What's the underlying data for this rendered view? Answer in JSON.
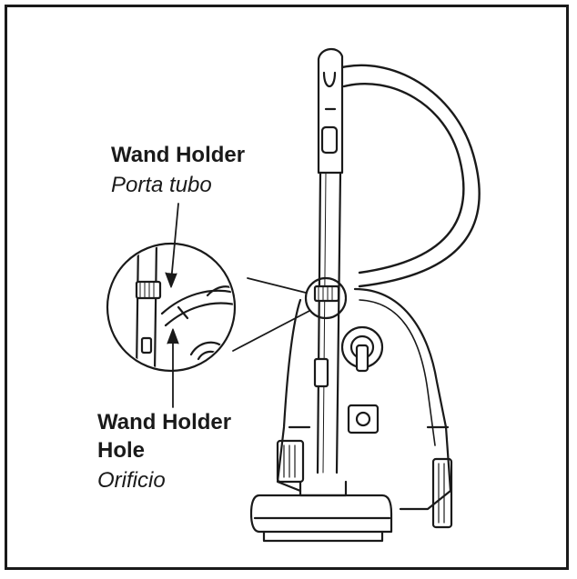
{
  "labels": {
    "wand_holder_en": "Wand Holder",
    "wand_holder_es": "Porta tubo",
    "wand_holder_hole_en_line1": "Wand Holder",
    "wand_holder_hole_en_line2": "Hole",
    "wand_holder_hole_es": "Orificio"
  },
  "colors": {
    "stroke": "#1a1a1a",
    "background": "#ffffff"
  }
}
